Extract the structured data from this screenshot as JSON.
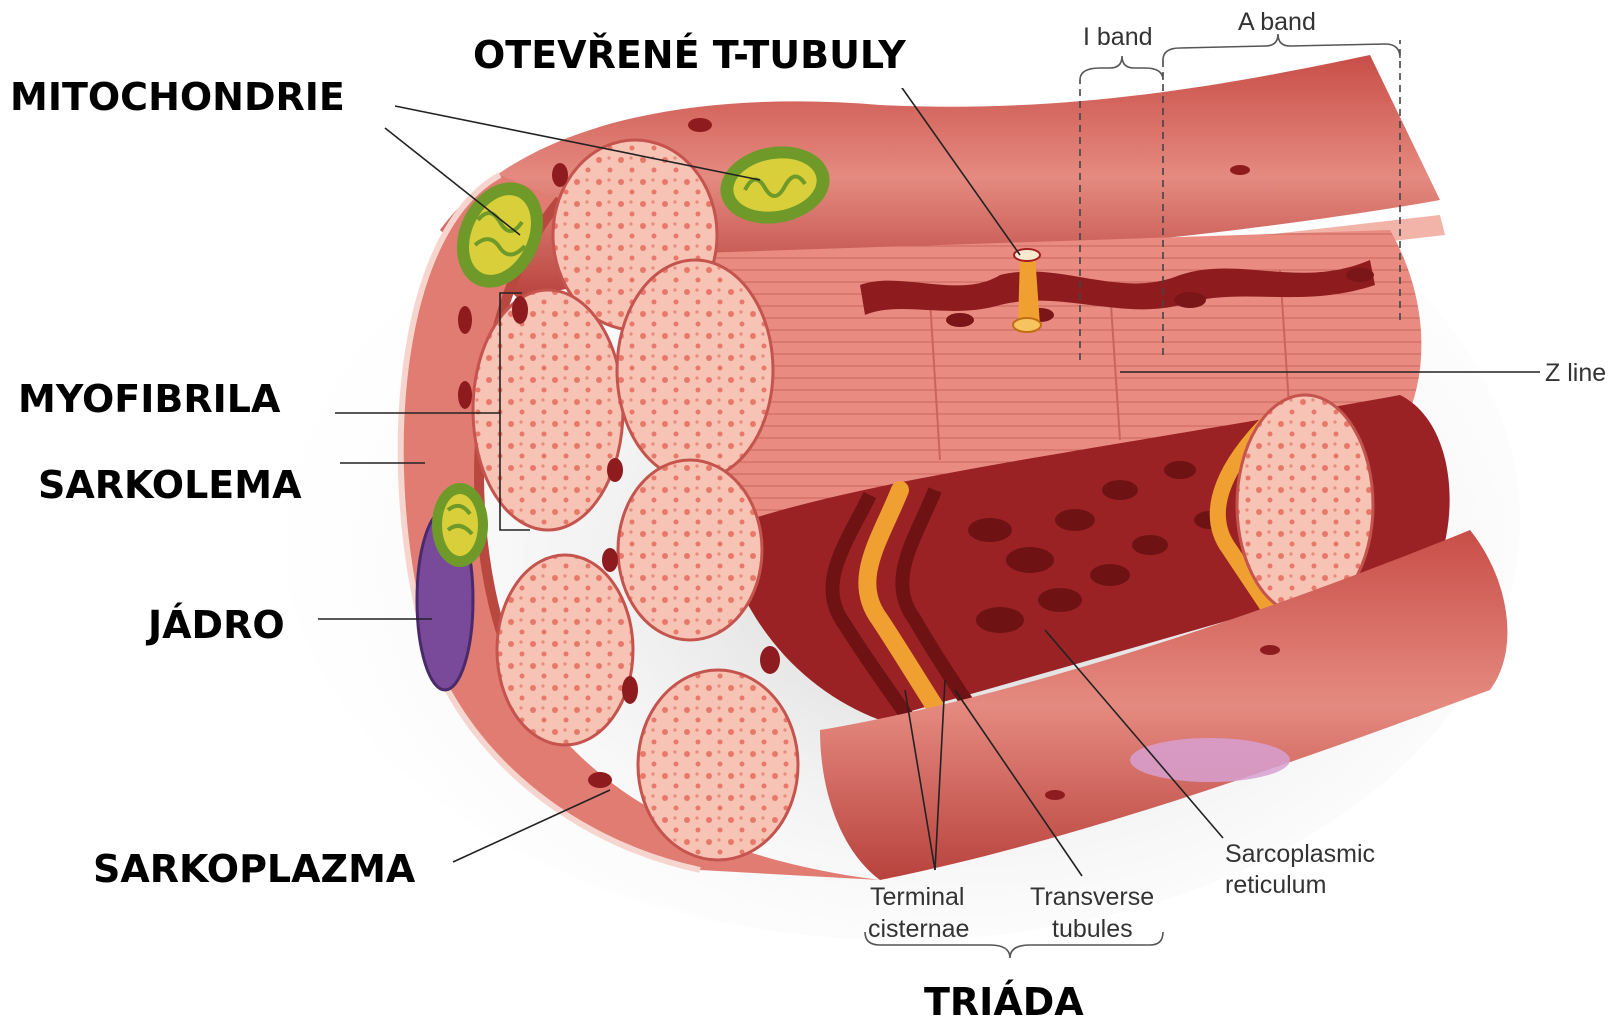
{
  "labels_cz": {
    "mitochondrie": "MITOCHONDRIE",
    "t_tubuly": "OTEVŘENÉ T-TUBULY",
    "myofibrila": "MYOFIBRILA",
    "sarkolema": "SARKOLEMA",
    "jadro": "JÁDRO",
    "sarkoplazma": "SARKOPLAZMA",
    "triada": "TRIÁDA"
  },
  "labels_en": {
    "i_band": "I band",
    "a_band": "A band",
    "z_line": "Z line",
    "terminal_cisternae_1": "Terminal",
    "terminal_cisternae_2": "cisternae",
    "transverse_tubules_1": "Transverse",
    "transverse_tubules_2": "tubules",
    "sarcoplasmic_reticulum_1": "Sarcoplasmic",
    "sarcoplasmic_reticulum_2": "reticulum"
  },
  "colors": {
    "muscle": "#e07c72",
    "muscle_dark": "#c4544d",
    "muscle_light": "#f2a79c",
    "fibril_face": "#f6c3b4",
    "fibril_dot": "#e8786a",
    "reticulum": "#8e1c1e",
    "tubule": "#f0a030",
    "mito_outer": "#6f9a2a",
    "mito_inner": "#d9cf3a",
    "nucleus": "#7a4a9a"
  }
}
